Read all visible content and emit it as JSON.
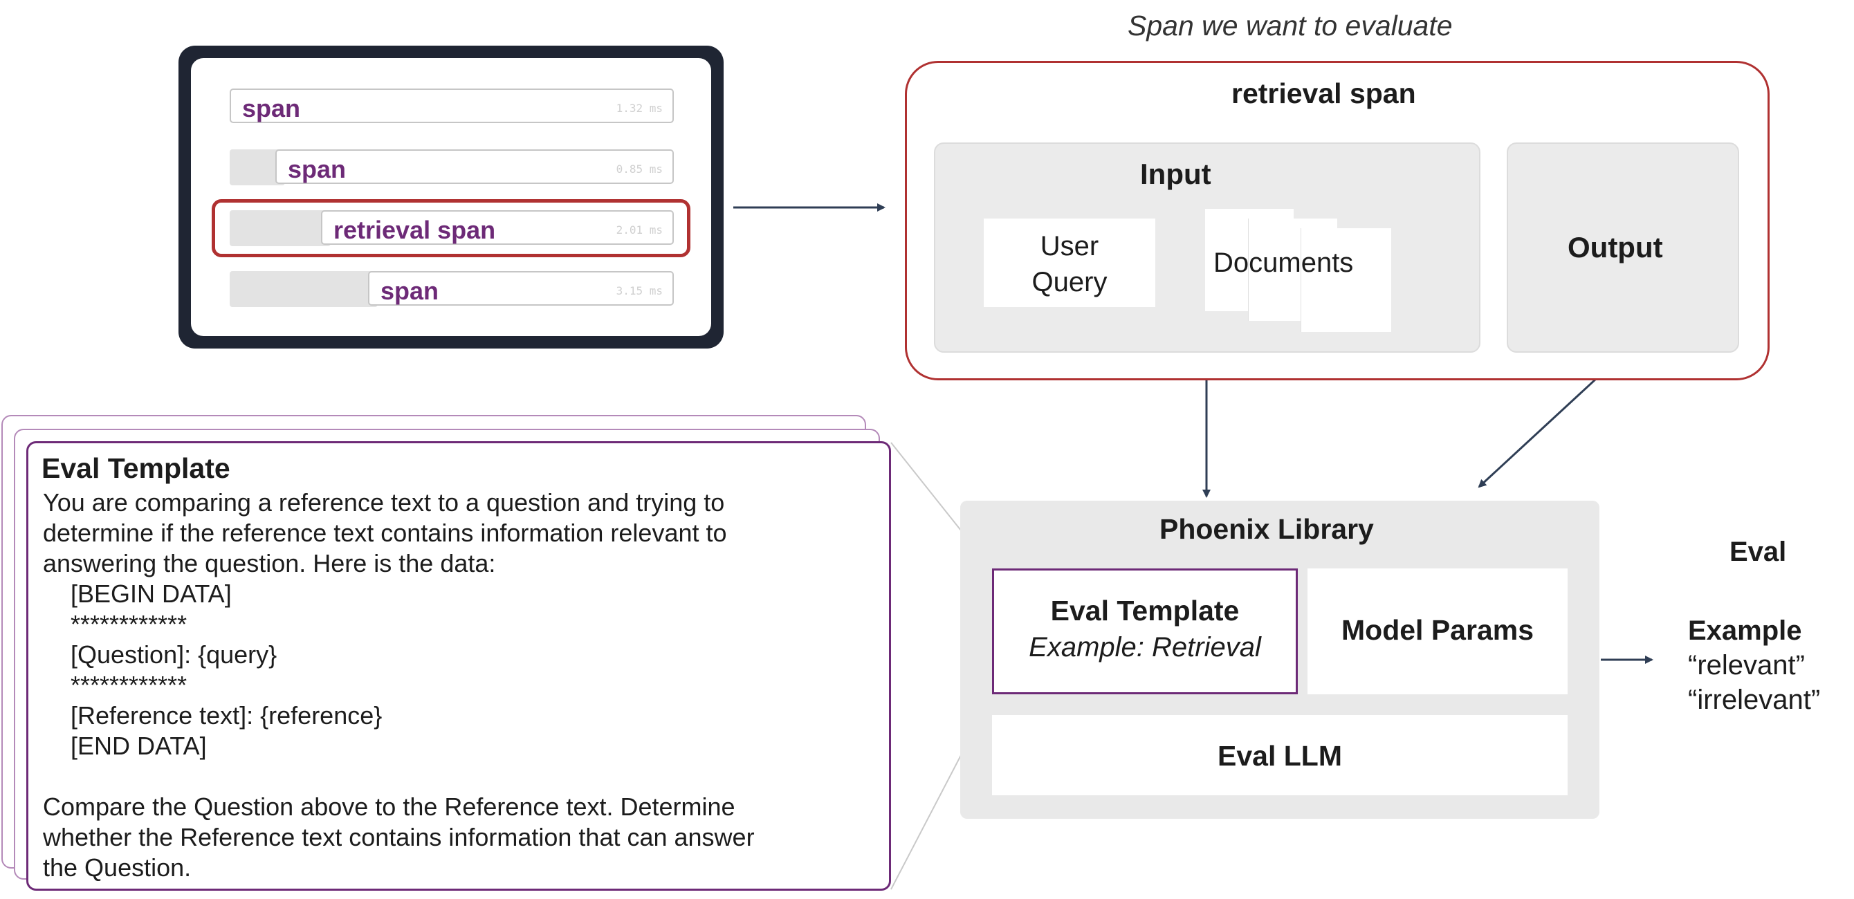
{
  "trace": {
    "spans": [
      {
        "label": "span",
        "ms": "1.32 ms"
      },
      {
        "label": "span",
        "ms": "0.85 ms"
      },
      {
        "label": "retrieval span",
        "ms": "2.01 ms"
      },
      {
        "label": "span",
        "ms": "3.15 ms"
      }
    ]
  },
  "caption": "Span we want to evaluate",
  "retrieval_span": {
    "title": "retrieval span",
    "input": {
      "title": "Input",
      "user_query": [
        "User",
        "Query"
      ],
      "documents": "Documents"
    },
    "output": "Output"
  },
  "phoenix": {
    "title": "Phoenix Library",
    "eval_template": {
      "title": "Eval Template",
      "subtitle": "Example: Retrieval"
    },
    "model_params": "Model Params",
    "eval_llm": "Eval LLM"
  },
  "eval": {
    "title": "Eval",
    "example_title": "Example",
    "examples": [
      "“relevant”",
      "“irrelevant”"
    ]
  },
  "template_card": {
    "title": "Eval Template",
    "lines": [
      "You are comparing a reference text to a question and trying to",
      "determine if the reference text contains information relevant to",
      "answering the question. Here is the data:",
      "    [BEGIN DATA]",
      "    ************",
      "    [Question]: {query}",
      "    ************",
      "    [Reference text]: {reference}",
      "    [END DATA]",
      "",
      "Compare the Question above to the Reference text. Determine",
      "whether the Reference text contains information that can answer",
      "the Question."
    ]
  },
  "colors": {
    "accent_purple": "#6d2a77",
    "highlight_red": "#b03131",
    "arrow_navy": "#2f3e55",
    "panel_gray": "#ebebeb"
  }
}
